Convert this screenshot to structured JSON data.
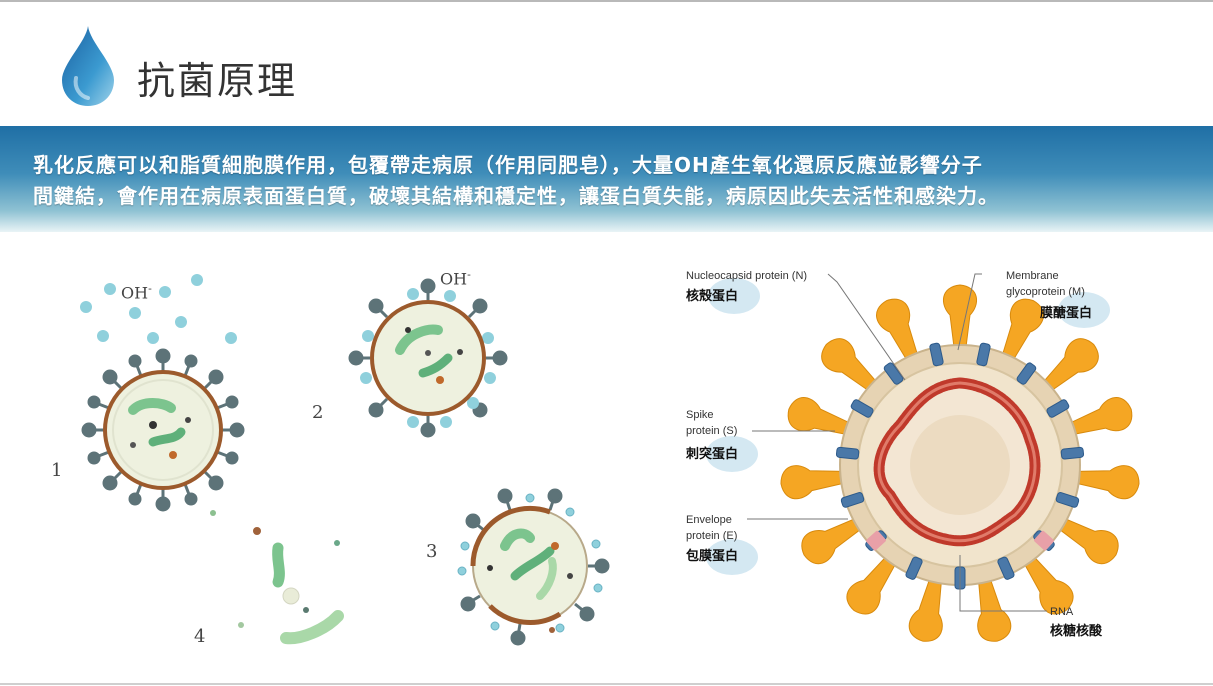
{
  "header": {
    "title": "抗菌原理"
  },
  "banner": {
    "line1": "乳化反應可以和脂質細胞膜作用，包覆帶走病原（作用同肥皂），大量OH產生氧化還原反應並影響分子",
    "line2": "間鍵結，會作用在病原表面蛋白質，破壞其結構和穩定性，讓蛋白質失能，病原因此失去活性和感染力。"
  },
  "stages": {
    "s1": "1",
    "s2": "2",
    "s3": "3",
    "s4": "4"
  },
  "oh_label": {
    "text": "OH",
    "charge": "-"
  },
  "virus_diagram": {
    "nucleocapsid_en": "Nucleocapsid protein (N)",
    "nucleocapsid_zh": "核殼蛋白",
    "membrane_en1": "Membrane",
    "membrane_en2": "glycoprotein (M)",
    "membrane_zh": "膜醣蛋白",
    "spike_en1": "Spike",
    "spike_en2": "protein (S)",
    "spike_zh": "刺突蛋白",
    "envelope_en1": "Envelope",
    "envelope_en2": "protein (E)",
    "envelope_zh": "包膜蛋白",
    "rna_en": "RNA",
    "rna_zh": "核糖核酸"
  },
  "colors": {
    "banner": "#2b7cb0",
    "spike": "#f5a623",
    "rna": "#c0392b",
    "virus_membrane": "#9c5a2c"
  }
}
